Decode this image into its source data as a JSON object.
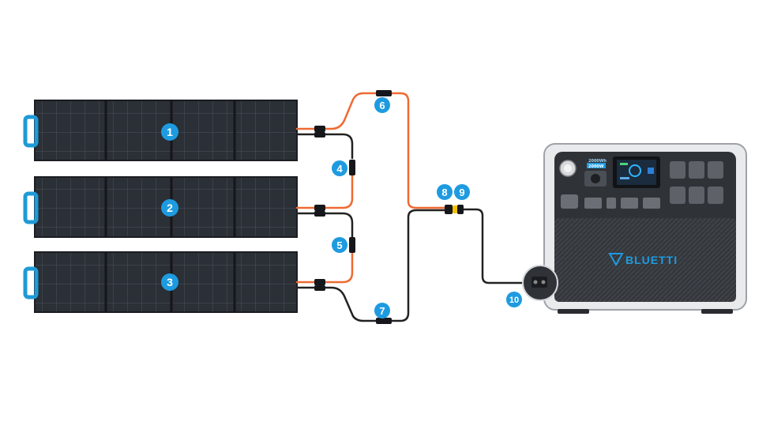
{
  "colors": {
    "panel_fill": "#2b2f36",
    "cell_line": "#4a4f58",
    "accent_blue": "#1e9be0",
    "handle_blue": "#1f9ad6",
    "cable_orange": "#ef6a33",
    "cable_black": "#222222",
    "station_body": "#e9eaec",
    "station_front": "#2f3237"
  },
  "badges": [
    "1",
    "2",
    "3",
    "4",
    "5",
    "6",
    "7",
    "8",
    "9",
    "10"
  ],
  "station": {
    "brand": "BLUETTI",
    "screen_line1": "2000Wh",
    "screen_line2": "2000W"
  }
}
